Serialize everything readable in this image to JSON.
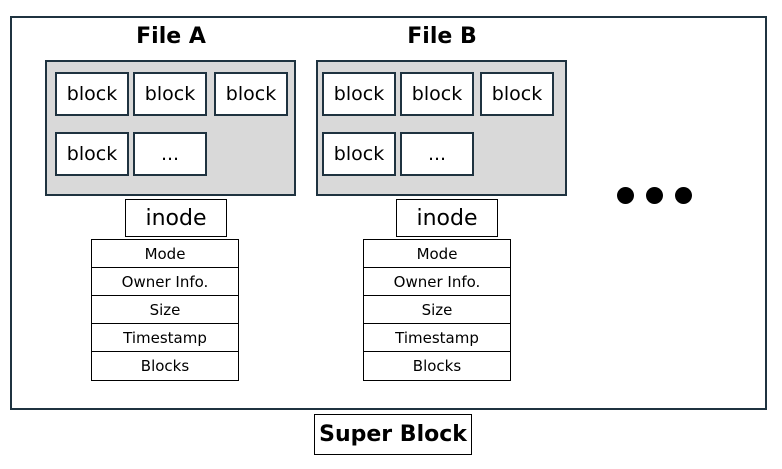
{
  "files": [
    {
      "title": "File A",
      "blocks": [
        "block",
        "block",
        "block",
        "block",
        "..."
      ],
      "inode_label": "inode",
      "inode_fields": [
        "Mode",
        "Owner Info.",
        "Size",
        "Timestamp",
        "Blocks"
      ]
    },
    {
      "title": "File B",
      "blocks": [
        "block",
        "block",
        "block",
        "block",
        "..."
      ],
      "inode_label": "inode",
      "inode_fields": [
        "Mode",
        "Owner Info.",
        "Size",
        "Timestamp",
        "Blocks"
      ]
    }
  ],
  "super_block_label": "Super Block",
  "colors": {
    "border": "#1f3340",
    "file_fill": "#d9d9d9"
  }
}
